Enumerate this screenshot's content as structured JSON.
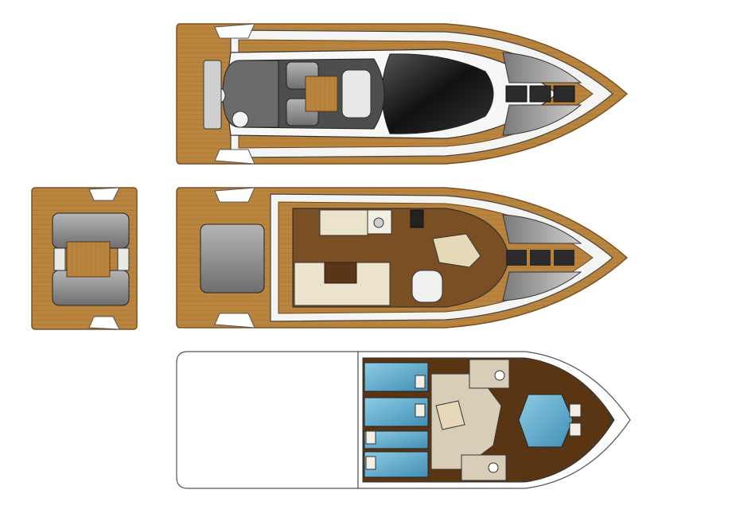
{
  "colors": {
    "background": "#ffffff",
    "teak": "#b8843e",
    "teak_dark": "#8c5d24",
    "hull_white": "#f6f6f4",
    "hull_outline": "#3a3a3a",
    "glass_dark": "#1f1f1f",
    "cushion_grey": "#8d8d8d",
    "cabin_floor": "#d8ceb8",
    "berth_blue": "#5fa9c9",
    "saloon_cream": "#ece3cc",
    "wood_interior": "#6b4422"
  },
  "views": [
    {
      "id": "flybridge-top-view",
      "icon": "boat-top-deck-icon"
    },
    {
      "id": "aft-cockpit-detail",
      "icon": "cockpit-seating-icon"
    },
    {
      "id": "main-deck-view",
      "icon": "boat-main-deck-icon"
    },
    {
      "id": "lower-deck-view",
      "icon": "boat-cabin-layout-icon"
    }
  ]
}
